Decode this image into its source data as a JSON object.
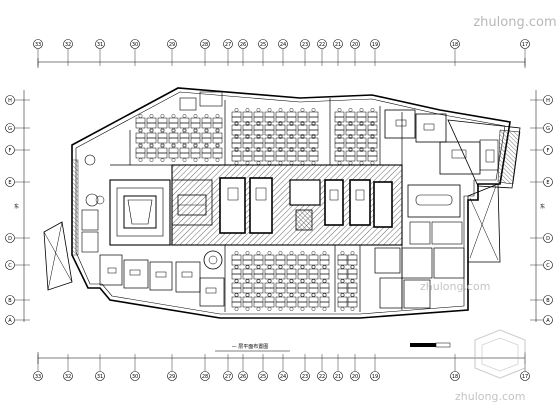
{
  "drawing": {
    "caption": "—  层平面布置图",
    "side_label_left": "东",
    "side_label_right": "东"
  },
  "grid": {
    "columns": [
      "33",
      "32",
      "31",
      "30",
      "29",
      "28",
      "27",
      "26",
      "25",
      "24",
      "23",
      "22",
      "21",
      "20",
      "19",
      "18",
      "17"
    ],
    "rows": [
      "H",
      "G",
      "F",
      "E",
      "D",
      "C",
      "B",
      "A"
    ]
  },
  "watermark": {
    "top_text": "zhulong.com",
    "bottom_text": "zhulong.com"
  },
  "colors": {
    "line": "#000000",
    "hatch": "#555555",
    "watermark": "#bbbbbb"
  }
}
